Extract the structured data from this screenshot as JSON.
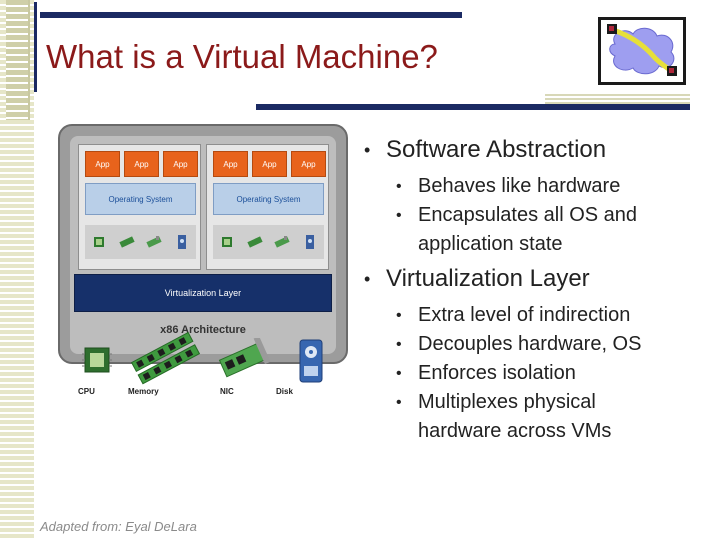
{
  "slide": {
    "title": "What is a Virtual Machine?",
    "credit": "Adapted from: Eyal DeLara"
  },
  "diagram": {
    "vms": [
      {
        "apps": [
          "App",
          "App",
          "App"
        ],
        "os": "Operating System"
      },
      {
        "apps": [
          "App",
          "App",
          "App"
        ],
        "os": "Operating System"
      }
    ],
    "virtualization_layer": "Virtualization Layer",
    "architecture": "x86 Architecture",
    "devices": [
      "CPU",
      "Memory",
      "NIC",
      "Disk"
    ]
  },
  "bullets": [
    {
      "text": "Software Abstraction",
      "children": [
        "Behaves like hardware",
        "Encapsulates all OS and",
        "application state"
      ]
    },
    {
      "text": "Virtualization Layer",
      "children": [
        "Extra level of indirection",
        "Decouples hardware, OS",
        "Enforces isolation",
        "Multiplexes physical",
        "hardware across VMs"
      ]
    }
  ],
  "colors": {
    "title": "#8b1a1a",
    "rule": "#1b2a63",
    "app": "#e8631c",
    "os": "#b9cfe8",
    "virtualization": "#16306a"
  }
}
